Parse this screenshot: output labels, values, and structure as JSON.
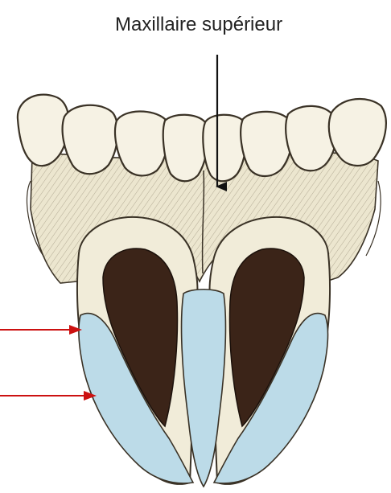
{
  "labels": {
    "maxillaire": "Maxillaire supérieur"
  },
  "colors": {
    "bone_fill": "#ece6cf",
    "bone_stroke": "#3a3226",
    "tooth_fill": "#f6f2e4",
    "cavity_fill": "#3b2418",
    "cartilage_fill": "#bcdbe8",
    "arrow_black": "#111111",
    "arrow_red": "#cc1111"
  },
  "arrows": [
    {
      "name": "maxillaire-pointer-arrow",
      "color": "black",
      "direction": "down"
    },
    {
      "name": "upper-red-arrow",
      "color": "red",
      "direction": "right"
    },
    {
      "name": "lower-red-arrow",
      "color": "red",
      "direction": "right"
    }
  ]
}
